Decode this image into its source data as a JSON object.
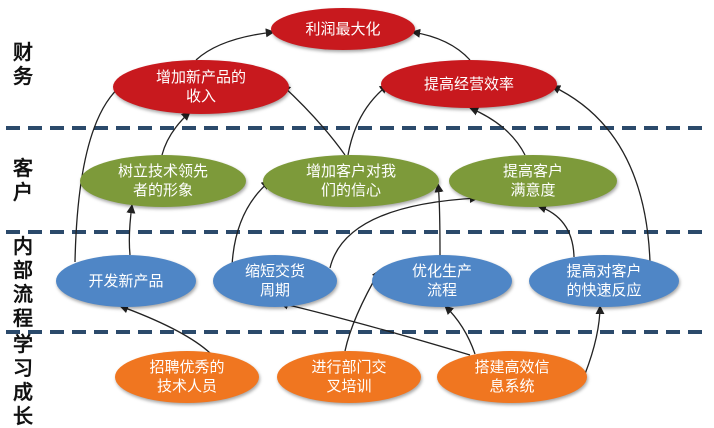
{
  "colors": {
    "financial": "#c8191e",
    "customer": "#7d9a3a",
    "internal": "#4f86c6",
    "learning": "#f07620",
    "divider": "#2b4a6b",
    "arrow": "#222222"
  },
  "lanes": [
    {
      "id": "financial",
      "label": "财务"
    },
    {
      "id": "customer",
      "label": "客户"
    },
    {
      "id": "internal",
      "label": "内部流程"
    },
    {
      "id": "learning",
      "label": "学习成长"
    }
  ],
  "nodes": [
    {
      "id": "profit",
      "lane": "financial",
      "text": "利润最大化"
    },
    {
      "id": "revenue",
      "lane": "financial",
      "text": "增加新产品的\n收入"
    },
    {
      "id": "efficiency",
      "lane": "financial",
      "text": "提高经营效率"
    },
    {
      "id": "image",
      "lane": "customer",
      "text": "树立技术领先\n者的形象"
    },
    {
      "id": "trust",
      "lane": "customer",
      "text": "增加客户对我\n们的信心"
    },
    {
      "id": "satisfaction",
      "lane": "customer",
      "text": "提高客户\n满意度"
    },
    {
      "id": "newprod",
      "lane": "internal",
      "text": "开发新产品"
    },
    {
      "id": "delivery",
      "lane": "internal",
      "text": "缩短交货\n周期"
    },
    {
      "id": "optimize",
      "lane": "internal",
      "text": "优化生产\n流程"
    },
    {
      "id": "response",
      "lane": "internal",
      "text": "提高对客户\n的快速反应"
    },
    {
      "id": "recruit",
      "lane": "learning",
      "text": "招聘优秀的\n技术人员"
    },
    {
      "id": "crosstrain",
      "lane": "learning",
      "text": "进行部门交\n叉培训"
    },
    {
      "id": "infosys",
      "lane": "learning",
      "text": "搭建高效信\n息系统"
    }
  ],
  "edges": [
    {
      "from": "revenue",
      "to": "profit"
    },
    {
      "from": "efficiency",
      "to": "profit"
    },
    {
      "from": "image",
      "to": "revenue"
    },
    {
      "from": "trust",
      "to": "revenue"
    },
    {
      "from": "trust",
      "to": "efficiency"
    },
    {
      "from": "satisfaction",
      "to": "efficiency"
    },
    {
      "from": "newprod",
      "to": "revenue"
    },
    {
      "from": "newprod",
      "to": "image"
    },
    {
      "from": "delivery",
      "to": "trust"
    },
    {
      "from": "delivery",
      "to": "satisfaction"
    },
    {
      "from": "optimize",
      "to": "trust"
    },
    {
      "from": "response",
      "to": "satisfaction"
    },
    {
      "from": "response",
      "to": "efficiency"
    },
    {
      "from": "recruit",
      "to": "newprod"
    },
    {
      "from": "crosstrain",
      "to": "optimize"
    },
    {
      "from": "infosys",
      "to": "delivery"
    },
    {
      "from": "infosys",
      "to": "optimize"
    },
    {
      "from": "infosys",
      "to": "response"
    }
  ]
}
